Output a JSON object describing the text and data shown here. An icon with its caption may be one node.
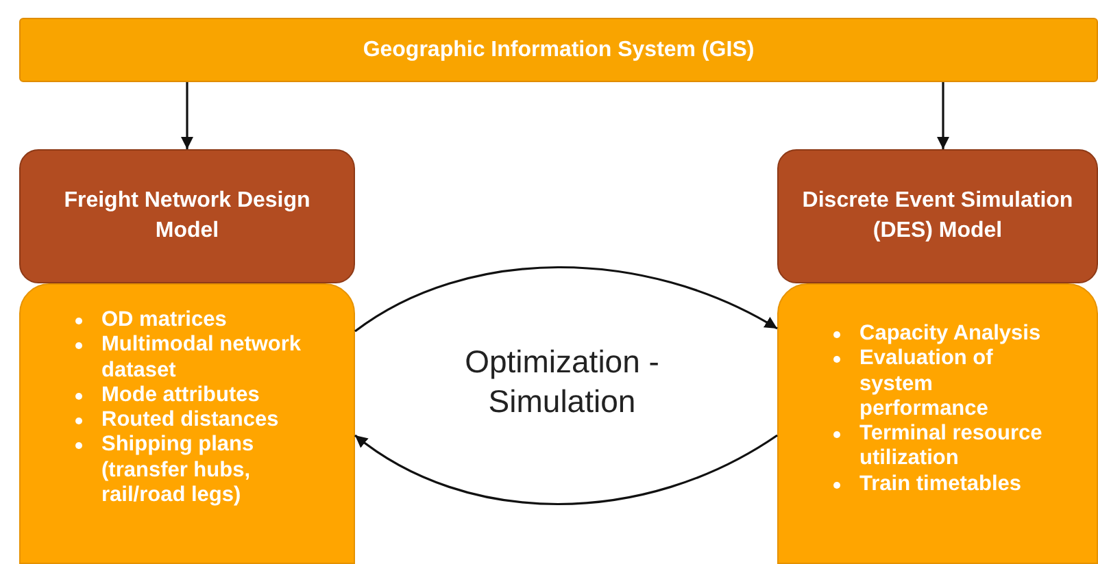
{
  "diagram": {
    "nodes": [
      {
        "text": [
          "Geographic Information System (GIS)"
        ]
      },
      {
        "text": [
          "Freight Network Design Model"
        ]
      },
      {
        "text": [
          "OD matrices",
          "Multimodal network dataset",
          "Mode attributes",
          "Routed distances",
          "Shipping plans (transfer hubs, rail/road legs)"
        ]
      },
      {
        "text": [
          "Discrete Event Simulation (DES) Model"
        ]
      },
      {
        "text": [
          "Capacity Analysis",
          "Evaluation of system performance",
          "Terminal resource utilization",
          "Train timetables"
        ]
      }
    ],
    "edges": [
      {
        "from": 0,
        "to": 1,
        "arrow": "to"
      },
      {
        "from": 0,
        "to": 3,
        "arrow": "to"
      },
      {
        "from": 2,
        "to": 4,
        "arrow": "to"
      },
      {
        "from": 4,
        "to": 2,
        "arrow": "to"
      }
    ],
    "labels": [
      "Optimization - Simulation"
    ]
  }
}
